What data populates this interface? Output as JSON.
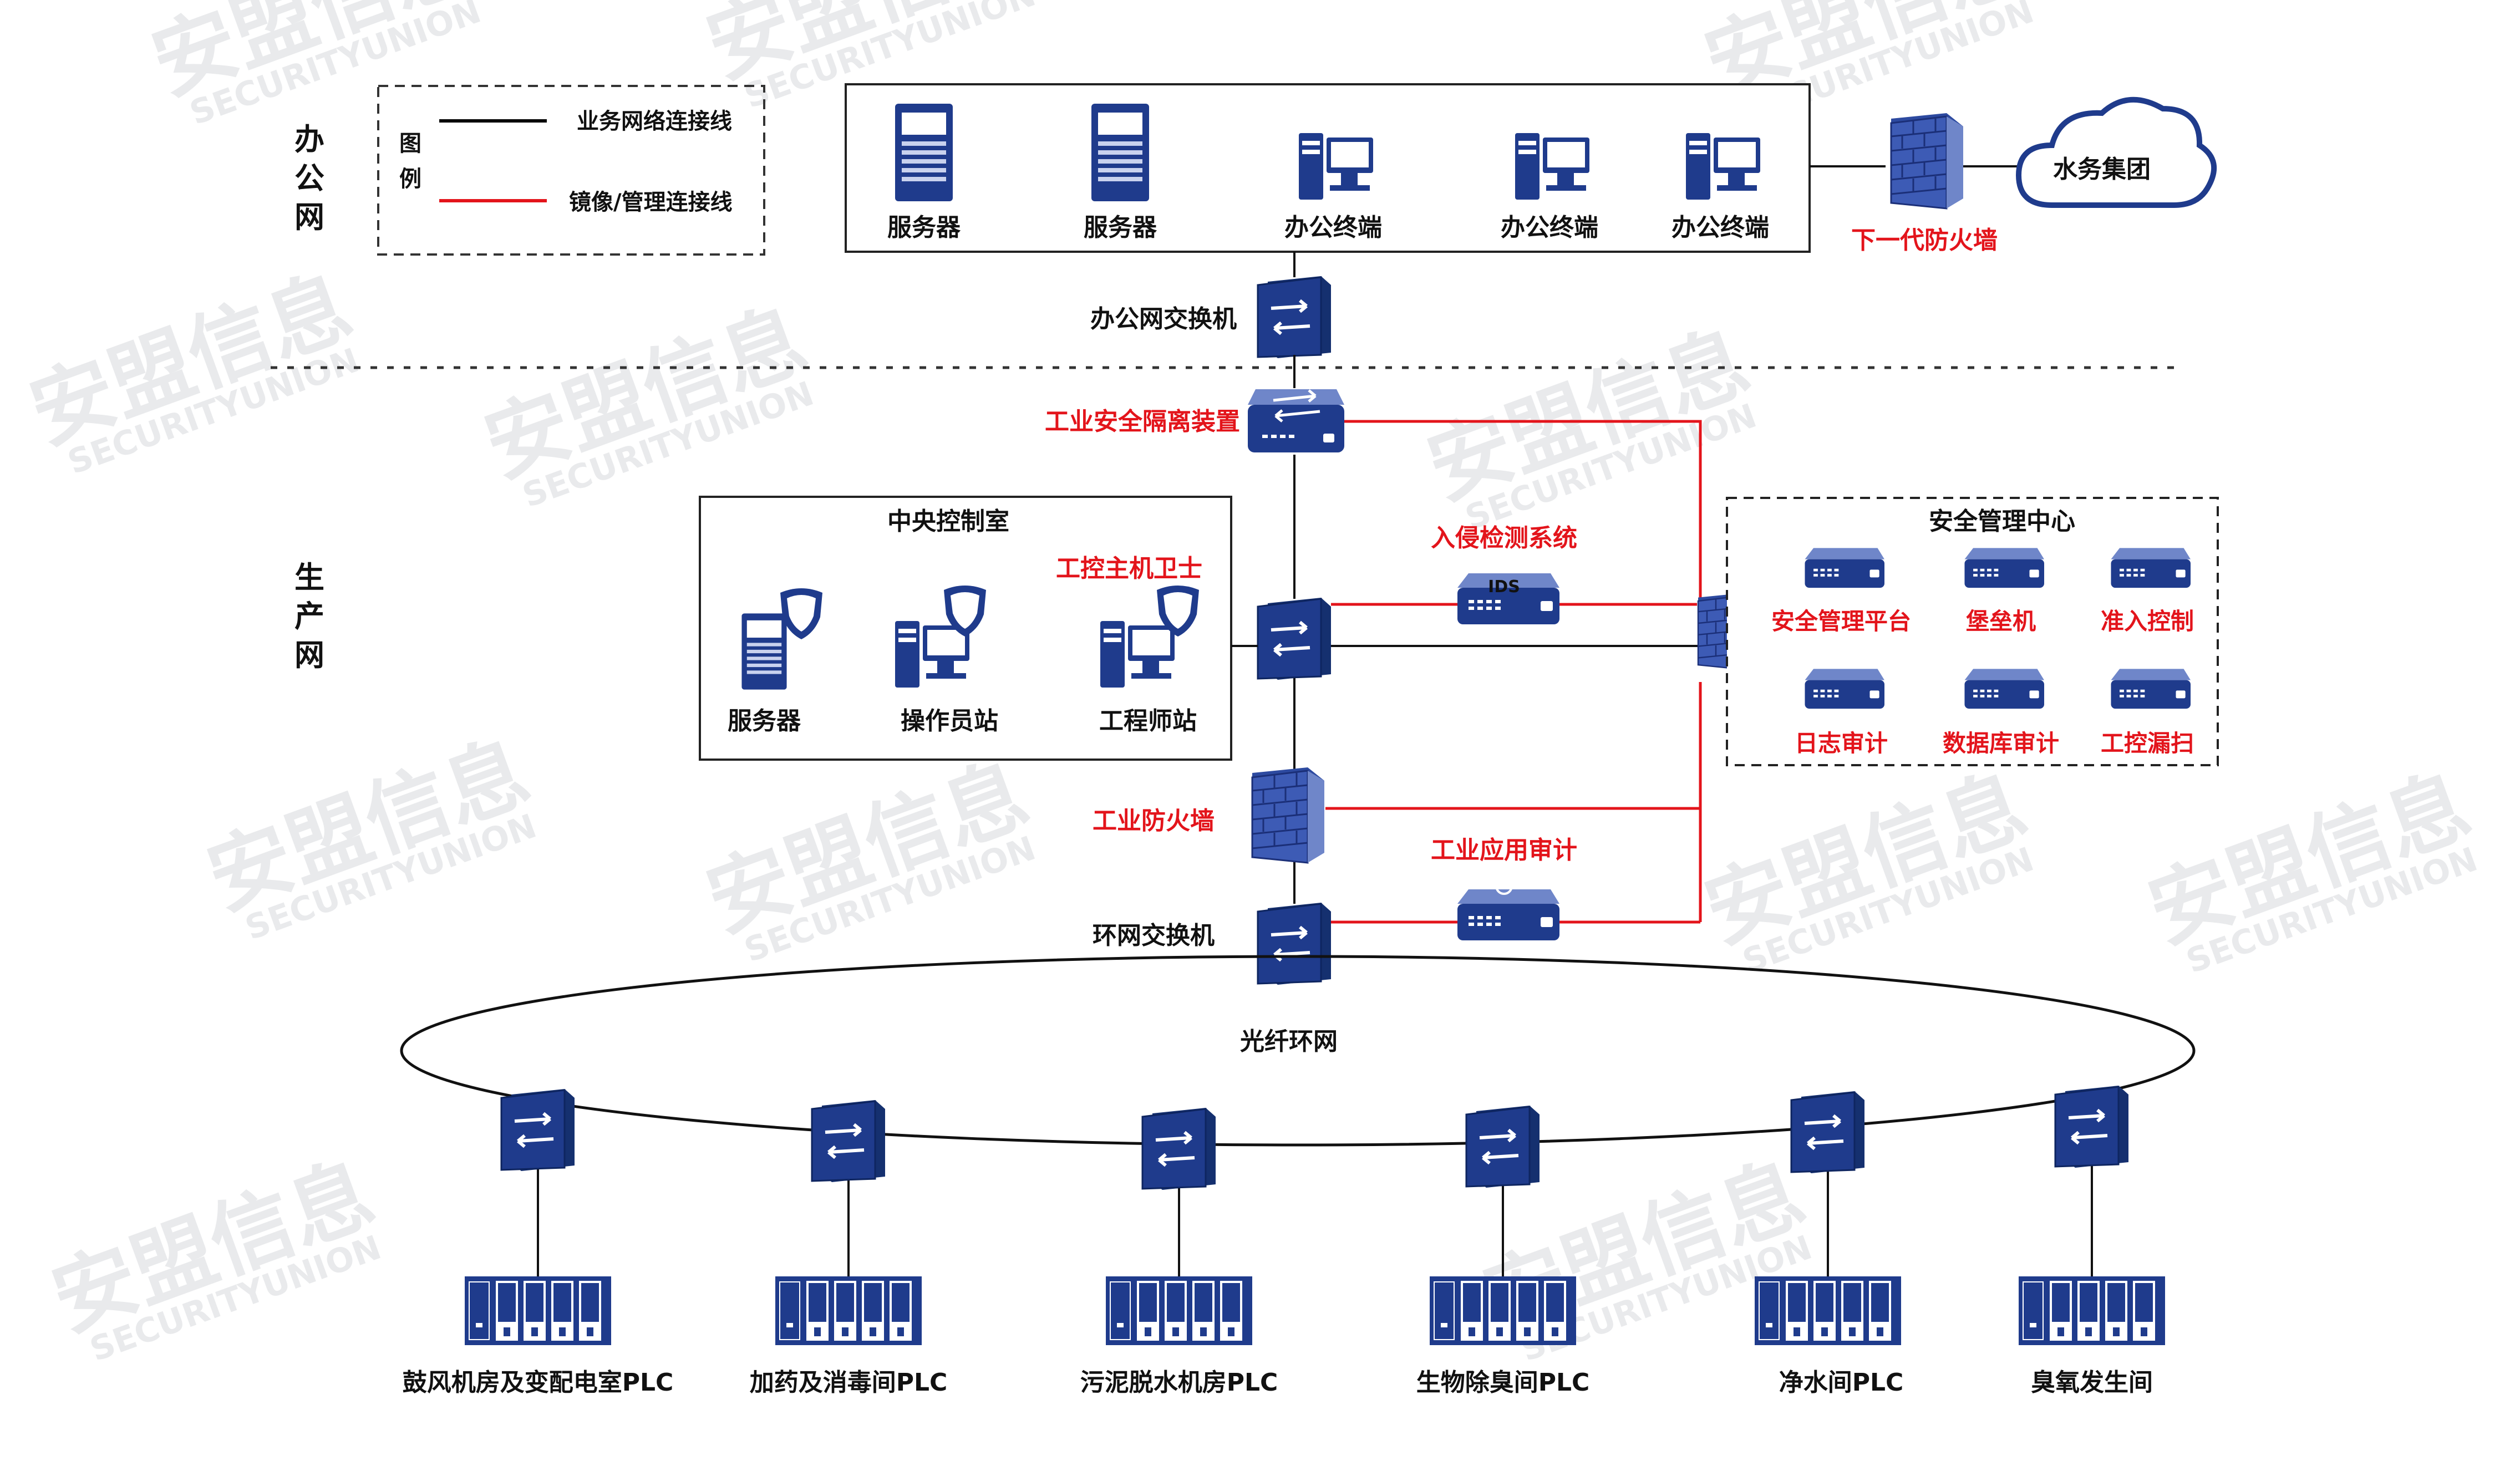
{
  "zones": {
    "office": "办\n公\n网",
    "production": "生\n产\n网"
  },
  "legend": {
    "title": "图\n例",
    "business_line": "业务网络连接线",
    "mirror_line": "镜像/管理连接线",
    "colors": {
      "business": "#000000",
      "mirror": "#e3141b"
    }
  },
  "office": {
    "devices": [
      "服务器",
      "服务器",
      "办公终端",
      "办公终端",
      "办公终端"
    ],
    "next_gen_firewall": "下一代防火墙",
    "cloud": "水务集团",
    "switch": "办公网交换机"
  },
  "production": {
    "isolation": "工业安全隔离装置",
    "ids": "入侵检测系统",
    "ids_badge": "IDS",
    "host_guard": "工控主机卫士",
    "control_room": {
      "title": "中央控制室",
      "devices": [
        "服务器",
        "操作员站",
        "工程师站"
      ]
    },
    "industrial_firewall": "工业防火墙",
    "app_audit": "工业应用审计",
    "ring_switch": "环网交换机",
    "ring": "光纤环网"
  },
  "security_center": {
    "title": "安全管理中心",
    "items": [
      "安全管理平台",
      "堡垒机",
      "准入控制",
      "日志审计",
      "数据库审计",
      "工控漏扫"
    ]
  },
  "plcs": [
    "鼓风机房及变配电室PLC",
    "加药及消毒间PLC",
    "污泥脱水机房PLC",
    "生物除臭间PLC",
    "净水间PLC",
    "臭氧发生间"
  ],
  "watermark": {
    "cn": "安盟信息",
    "en": "SECURITYUNION"
  },
  "colors": {
    "device": "#1f3b8c",
    "accent": "#e3141b",
    "line": "#111111"
  }
}
